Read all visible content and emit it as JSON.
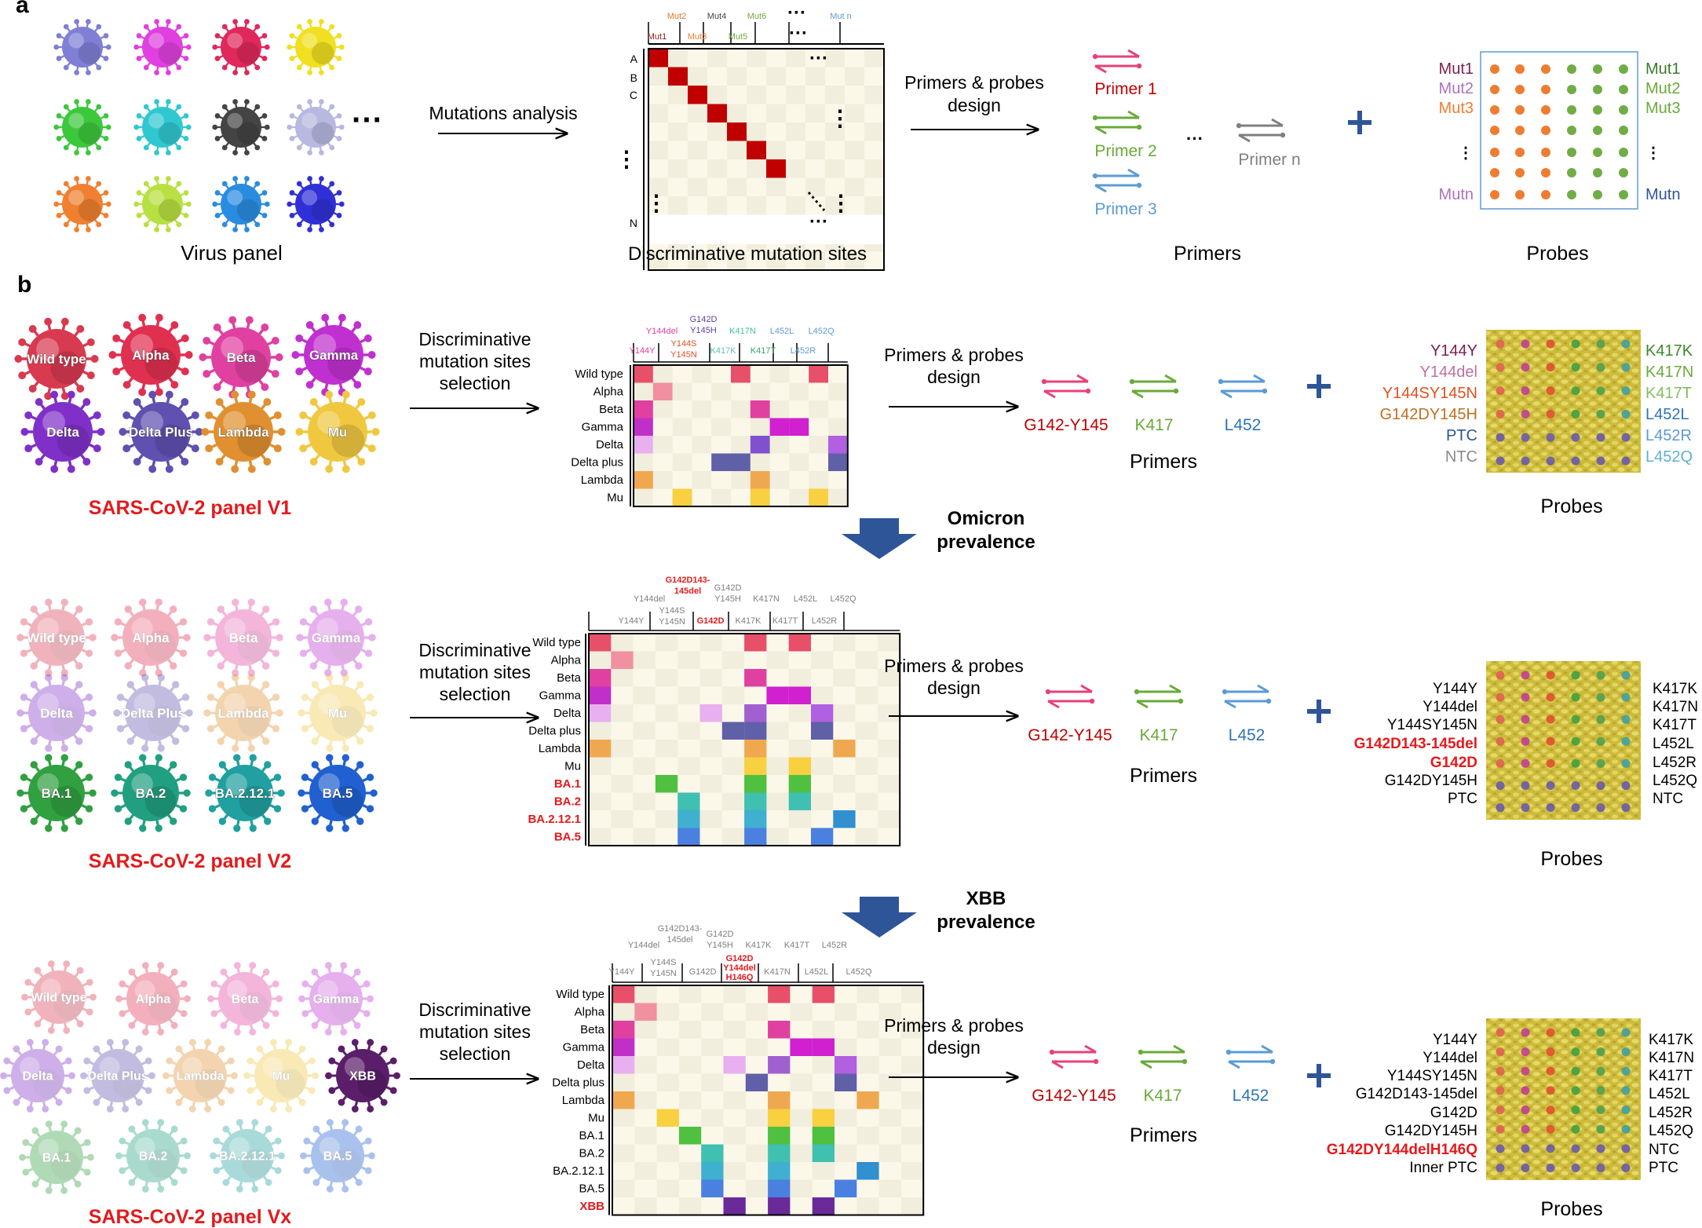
{
  "panel_letters": {
    "a": "a",
    "b": "b"
  },
  "arrow_labels": {
    "mutations_analysis": "Mutations analysis",
    "primers_probes_design": [
      "Primers & probes",
      "design"
    ],
    "discriminative_selection": [
      "Discriminative",
      "mutation sites",
      "selection"
    ]
  },
  "section_labels": {
    "virus_panel": "Virus panel",
    "discriminative_sites": "Discriminative mutation sites",
    "primers": "Primers",
    "probes": "Probes"
  },
  "colors": {
    "panel_title": "#e41a1c",
    "matrix_bg": "#fbf8ea",
    "matrix_alt": "#f1eedd",
    "diag": "#c00000",
    "primer_pink": "#e8407a",
    "primer_green": "#6aaa3a",
    "primer_blue": "#5b9bd5",
    "primer_gray": "#7f7f7f",
    "plus": "#2e5597",
    "down_arrow": "#2e5597",
    "probe_orange": "#ee7d31",
    "probe_green": "#70ad47",
    "chip_yellow": "#c8b83a"
  },
  "panel_a": {
    "virus_colors": [
      "#7f7fd6",
      "#e040e0",
      "#e0285a",
      "#f0e020",
      "#3cc83c",
      "#30c8d0",
      "#444444",
      "#b8b8e0",
      "#f08030",
      "#b8e040",
      "#2a8ce0",
      "#3030d8"
    ],
    "ellipsis": "···",
    "matrix": {
      "col_labels_top": [
        {
          "text": "Mut2",
          "color": "#e0781e"
        },
        {
          "text": "Mut4",
          "color": "#444444"
        },
        {
          "text": "Mut6",
          "color": "#70ad47"
        },
        {
          "text": "···",
          "color": "#000000"
        },
        {
          "text": "Mut n",
          "color": "#5b9bd5"
        }
      ],
      "col_labels_bottom": [
        {
          "text": "Mut1",
          "color": "#8b2020"
        },
        {
          "text": "Mut3",
          "color": "#ee7d31"
        },
        {
          "text": "Mut5",
          "color": "#70ad47"
        },
        {
          "text": "···",
          "color": "#000000"
        }
      ],
      "row_labels": [
        "A",
        "B",
        "C",
        "⋮",
        "N"
      ],
      "diag_cells": 7
    },
    "primers": [
      {
        "label": "Primer 1",
        "color": "#e8407a",
        "label_color": "#c00000"
      },
      {
        "label": "Primer 2",
        "color": "#6aaa3a",
        "label_color": "#6aaa3a"
      },
      {
        "label": "Primer 3",
        "color": "#5b9bd5",
        "label_color": "#5b9bd5"
      },
      {
        "label": "Primer n",
        "color": "#7f7f7f",
        "label_color": "#7f7f7f"
      }
    ],
    "primer_ellipsis": "···",
    "probe_left_labels": [
      {
        "text": "Mut1",
        "color": "#7b2050"
      },
      {
        "text": "Mut2",
        "color": "#b070c0"
      },
      {
        "text": "Mut3",
        "color": "#ee7d31"
      },
      {
        "text": "⋮",
        "color": "#000000"
      },
      {
        "text": "Mutn",
        "color": "#b070c0"
      }
    ],
    "probe_right_labels": [
      {
        "text": "Mut1",
        "color": "#3a7a2a"
      },
      {
        "text": "Mut2",
        "color": "#6aaa3a"
      },
      {
        "text": "Mut3",
        "color": "#6aaa3a"
      },
      {
        "text": "⋮",
        "color": "#000000"
      },
      {
        "text": "Mutn",
        "color": "#2e5597"
      }
    ]
  },
  "panels": [
    {
      "title": "SARS-CoV-2 panel V1",
      "viruses": [
        {
          "name": "Wild type",
          "color": "#d83a50",
          "faded": false
        },
        {
          "name": "Alpha",
          "color": "#e03050",
          "faded": false
        },
        {
          "name": "Beta",
          "color": "#e040a0",
          "faded": false
        },
        {
          "name": "Gamma",
          "color": "#c030d0",
          "faded": false
        },
        {
          "name": "Delta",
          "color": "#8030c8",
          "faded": false
        },
        {
          "name": "Delta Plus",
          "color": "#6050b0",
          "faded": false
        },
        {
          "name": "Lambda",
          "color": "#e09030",
          "faded": false
        },
        {
          "name": "Mu",
          "color": "#f0c840",
          "faded": false
        }
      ],
      "matrix": {
        "col_top": [
          {
            "text": "Y144del",
            "color": "#e040a0"
          },
          {
            "text": "G142D",
            "color": "#6040a0"
          },
          {
            "text": "Y145H",
            "color": "#6040a0"
          },
          {
            "text": "K417N",
            "color": "#40c0a0"
          },
          {
            "text": "L452L",
            "color": "#5b9bd5"
          },
          {
            "text": "L452Q",
            "color": "#5b9bd5"
          }
        ],
        "col_bottom": [
          {
            "text": "Y144Y",
            "color": "#e040a0"
          },
          {
            "text": "Y144S",
            "color": "#e05020"
          },
          {
            "text": "Y145N",
            "color": "#e05020"
          },
          {
            "text": "K417K",
            "color": "#60c0b0"
          },
          {
            "text": "K417T",
            "color": "#40a060"
          },
          {
            "text": "L452R",
            "color": "#5b9bd5"
          }
        ],
        "rows": [
          {
            "label": "Wild type",
            "color": "#000000"
          },
          {
            "label": "Alpha",
            "color": "#000000"
          },
          {
            "label": "Beta",
            "color": "#000000"
          },
          {
            "label": "Gamma",
            "color": "#000000"
          },
          {
            "label": "Delta",
            "color": "#000000"
          },
          {
            "label": "Delta plus",
            "color": "#000000"
          },
          {
            "label": "Lambda",
            "color": "#000000"
          },
          {
            "label": "Mu",
            "color": "#000000"
          }
        ]
      },
      "primers": [
        {
          "label": "G142-Y145",
          "color": "#e8407a",
          "label_color": "#c00000"
        },
        {
          "label": "K417",
          "color": "#6aaa3a",
          "label_color": "#6aaa3a"
        },
        {
          "label": "L452",
          "color": "#5b9bd5",
          "label_color": "#2e75b6"
        }
      ],
      "probe_left": [
        {
          "text": "Y144Y",
          "color": "#7b2050"
        },
        {
          "text": "Y144del",
          "color": "#c070a0"
        },
        {
          "text": "Y144SY145N",
          "color": "#e05020"
        },
        {
          "text": "G142DY145H",
          "color": "#c07020"
        },
        {
          "text": "PTC",
          "color": "#2e5597"
        },
        {
          "text": "NTC",
          "color": "#8a8a8a"
        }
      ],
      "probe_right": [
        {
          "text": "K417K",
          "color": "#3a8a2a"
        },
        {
          "text": "K417N",
          "color": "#6aaa3a"
        },
        {
          "text": "K417T",
          "color": "#80c060"
        },
        {
          "text": "L452L",
          "color": "#2e75b6"
        },
        {
          "text": "L452R",
          "color": "#5b9bd5"
        },
        {
          "text": "L452Q",
          "color": "#60b0d0"
        }
      ],
      "transition": [
        "Omicron",
        "prevalence"
      ]
    },
    {
      "title": "SARS-CoV-2 panel V2",
      "viruses": [
        {
          "name": "Wild type",
          "color": "#d83a50",
          "faded": true
        },
        {
          "name": "Alpha",
          "color": "#e03050",
          "faded": true
        },
        {
          "name": "Beta",
          "color": "#e040a0",
          "faded": true
        },
        {
          "name": "Gamma",
          "color": "#c030d0",
          "faded": true
        },
        {
          "name": "Delta",
          "color": "#8030c8",
          "faded": true
        },
        {
          "name": "Delta Plus",
          "color": "#6050b0",
          "faded": true
        },
        {
          "name": "Lambda",
          "color": "#e09030",
          "faded": true
        },
        {
          "name": "Mu",
          "color": "#f0c840",
          "faded": true
        },
        {
          "name": "BA.1",
          "color": "#30a040",
          "faded": false
        },
        {
          "name": "BA.2",
          "color": "#20a080",
          "faded": false
        },
        {
          "name": "BA.2.12.1",
          "color": "#20a0a0",
          "faded": false
        },
        {
          "name": "BA.5",
          "color": "#2060d0",
          "faded": false
        }
      ],
      "matrix": {
        "col_top": [
          {
            "text": "G142D143-",
            "color": "#e41a1c"
          },
          {
            "text": "145del",
            "color": "#e41a1c"
          },
          {
            "text": "Y144del",
            "color": "#7f7f7f"
          },
          {
            "text": "G142D",
            "color": "#7f7f7f"
          },
          {
            "text": "Y145H",
            "color": "#7f7f7f"
          },
          {
            "text": "K417N",
            "color": "#7f7f7f"
          },
          {
            "text": "L452L",
            "color": "#7f7f7f"
          },
          {
            "text": "L452Q",
            "color": "#7f7f7f"
          }
        ],
        "col_bottom": [
          {
            "text": "Y144Y",
            "color": "#7f7f7f"
          },
          {
            "text": "Y144S",
            "color": "#7f7f7f"
          },
          {
            "text": "Y145N",
            "color": "#7f7f7f"
          },
          {
            "text": "G142D",
            "color": "#e41a1c"
          },
          {
            "text": "K417K",
            "color": "#7f7f7f"
          },
          {
            "text": "K417T",
            "color": "#7f7f7f"
          },
          {
            "text": "L452R",
            "color": "#7f7f7f"
          }
        ],
        "rows": [
          {
            "label": "Wild type",
            "color": "#000000"
          },
          {
            "label": "Alpha",
            "color": "#000000"
          },
          {
            "label": "Beta",
            "color": "#000000"
          },
          {
            "label": "Gamma",
            "color": "#000000"
          },
          {
            "label": "Delta",
            "color": "#000000"
          },
          {
            "label": "Delta plus",
            "color": "#000000"
          },
          {
            "label": "Lambda",
            "color": "#000000"
          },
          {
            "label": "Mu",
            "color": "#000000"
          },
          {
            "label": "BA.1",
            "color": "#e41a1c"
          },
          {
            "label": "BA.2",
            "color": "#e41a1c"
          },
          {
            "label": "BA.2.12.1",
            "color": "#e41a1c"
          },
          {
            "label": "BA.5",
            "color": "#e41a1c"
          }
        ]
      },
      "primers": [
        {
          "label": "G142-Y145",
          "color": "#e8407a",
          "label_color": "#c00000"
        },
        {
          "label": "K417",
          "color": "#6aaa3a",
          "label_color": "#6aaa3a"
        },
        {
          "label": "L452",
          "color": "#5b9bd5",
          "label_color": "#2e75b6"
        }
      ],
      "probe_left": [
        {
          "text": "Y144Y",
          "color": "#000000",
          "bold": false
        },
        {
          "text": "Y144del",
          "color": "#000000",
          "bold": false
        },
        {
          "text": "Y144SY145N",
          "color": "#000000",
          "bold": false
        },
        {
          "text": "G142D143-145del",
          "color": "#e41a1c",
          "bold": true
        },
        {
          "text": "G142D",
          "color": "#e41a1c",
          "bold": true
        },
        {
          "text": "G142DY145H",
          "color": "#000000",
          "bold": false
        },
        {
          "text": "PTC",
          "color": "#000000",
          "bold": false
        }
      ],
      "probe_right": [
        {
          "text": "K417K",
          "color": "#000000"
        },
        {
          "text": "K417N",
          "color": "#000000"
        },
        {
          "text": "K417T",
          "color": "#000000"
        },
        {
          "text": "L452L",
          "color": "#000000"
        },
        {
          "text": "L452R",
          "color": "#000000"
        },
        {
          "text": "L452Q",
          "color": "#000000"
        },
        {
          "text": "NTC",
          "color": "#000000"
        }
      ],
      "transition": [
        "XBB",
        "prevalence"
      ]
    },
    {
      "title": "SARS-CoV-2 panel Vx",
      "viruses": [
        {
          "name": "Wild type",
          "color": "#d83a50",
          "faded": true
        },
        {
          "name": "Alpha",
          "color": "#e03050",
          "faded": true
        },
        {
          "name": "Beta",
          "color": "#e040a0",
          "faded": true
        },
        {
          "name": "Gamma",
          "color": "#c030d0",
          "faded": true
        },
        {
          "name": "Delta",
          "color": "#8030c8",
          "faded": true
        },
        {
          "name": "Delta Plus",
          "color": "#6050b0",
          "faded": true
        },
        {
          "name": "Lambda",
          "color": "#e09030",
          "faded": true
        },
        {
          "name": "Mu",
          "color": "#f0c840",
          "faded": true
        },
        {
          "name": "XBB",
          "color": "#5a1e6a",
          "faded": false
        },
        {
          "name": "BA.1",
          "color": "#30a040",
          "faded": true
        },
        {
          "name": "BA.2",
          "color": "#20a080",
          "faded": true
        },
        {
          "name": "BA.2.12.1",
          "color": "#20a0a0",
          "faded": true
        },
        {
          "name": "BA.5",
          "color": "#2060d0",
          "faded": true
        }
      ],
      "matrix": {
        "col_top": [
          {
            "text": "G142D143-",
            "color": "#7f7f7f"
          },
          {
            "text": "145del",
            "color": "#7f7f7f"
          },
          {
            "text": "G142D",
            "color": "#7f7f7f"
          },
          {
            "text": "Y144del",
            "color": "#7f7f7f"
          },
          {
            "text": "Y145H",
            "color": "#7f7f7f"
          },
          {
            "text": "K417K",
            "color": "#7f7f7f"
          },
          {
            "text": "K417T",
            "color": "#7f7f7f"
          },
          {
            "text": "L452R",
            "color": "#7f7f7f"
          }
        ],
        "col_bottom": [
          {
            "text": "Y144Y",
            "color": "#7f7f7f"
          },
          {
            "text": "Y144S",
            "color": "#7f7f7f"
          },
          {
            "text": "Y145N",
            "color": "#7f7f7f"
          },
          {
            "text": "G142D",
            "color": "#7f7f7f"
          },
          {
            "text": "G142D",
            "color": "#e41a1c"
          },
          {
            "text": "Y144del",
            "color": "#e41a1c"
          },
          {
            "text": "H146Q",
            "color": "#e41a1c"
          },
          {
            "text": "K417N",
            "color": "#7f7f7f"
          },
          {
            "text": "L452L",
            "color": "#7f7f7f"
          },
          {
            "text": "L452Q",
            "color": "#7f7f7f"
          }
        ],
        "rows": [
          {
            "label": "Wild type",
            "color": "#000000"
          },
          {
            "label": "Alpha",
            "color": "#000000"
          },
          {
            "label": "Beta",
            "color": "#000000"
          },
          {
            "label": "Gamma",
            "color": "#000000"
          },
          {
            "label": "Delta",
            "color": "#000000"
          },
          {
            "label": "Delta plus",
            "color": "#000000"
          },
          {
            "label": "Lambda",
            "color": "#000000"
          },
          {
            "label": "Mu",
            "color": "#000000"
          },
          {
            "label": "BA.1",
            "color": "#000000"
          },
          {
            "label": "BA.2",
            "color": "#000000"
          },
          {
            "label": "BA.2.12.1",
            "color": "#000000"
          },
          {
            "label": "BA.5",
            "color": "#000000"
          },
          {
            "label": "XBB",
            "color": "#e41a1c"
          }
        ]
      },
      "primers": [
        {
          "label": "G142-Y145",
          "color": "#e8407a",
          "label_color": "#c00000"
        },
        {
          "label": "K417",
          "color": "#6aaa3a",
          "label_color": "#6aaa3a"
        },
        {
          "label": "L452",
          "color": "#5b9bd5",
          "label_color": "#2e75b6"
        }
      ],
      "probe_left": [
        {
          "text": "Y144Y",
          "color": "#000000",
          "bold": false
        },
        {
          "text": "Y144del",
          "color": "#000000",
          "bold": false
        },
        {
          "text": "Y144SY145N",
          "color": "#000000",
          "bold": false
        },
        {
          "text": "G142D143-145del",
          "color": "#000000",
          "bold": false
        },
        {
          "text": "G142D",
          "color": "#000000",
          "bold": false
        },
        {
          "text": "G142DY145H",
          "color": "#000000",
          "bold": false
        },
        {
          "text": "G142DY144delH146Q",
          "color": "#e41a1c",
          "bold": true
        },
        {
          "text": "Inner PTC",
          "color": "#000000",
          "bold": false
        }
      ],
      "probe_right": [
        {
          "text": "K417K",
          "color": "#000000"
        },
        {
          "text": "K417N",
          "color": "#000000"
        },
        {
          "text": "K417T",
          "color": "#000000"
        },
        {
          "text": "L452L",
          "color": "#000000"
        },
        {
          "text": "L452R",
          "color": "#000000"
        },
        {
          "text": "L452Q",
          "color": "#000000"
        },
        {
          "text": "NTC",
          "color": "#000000"
        },
        {
          "text": "PTC",
          "color": "#000000"
        }
      ]
    }
  ]
}
